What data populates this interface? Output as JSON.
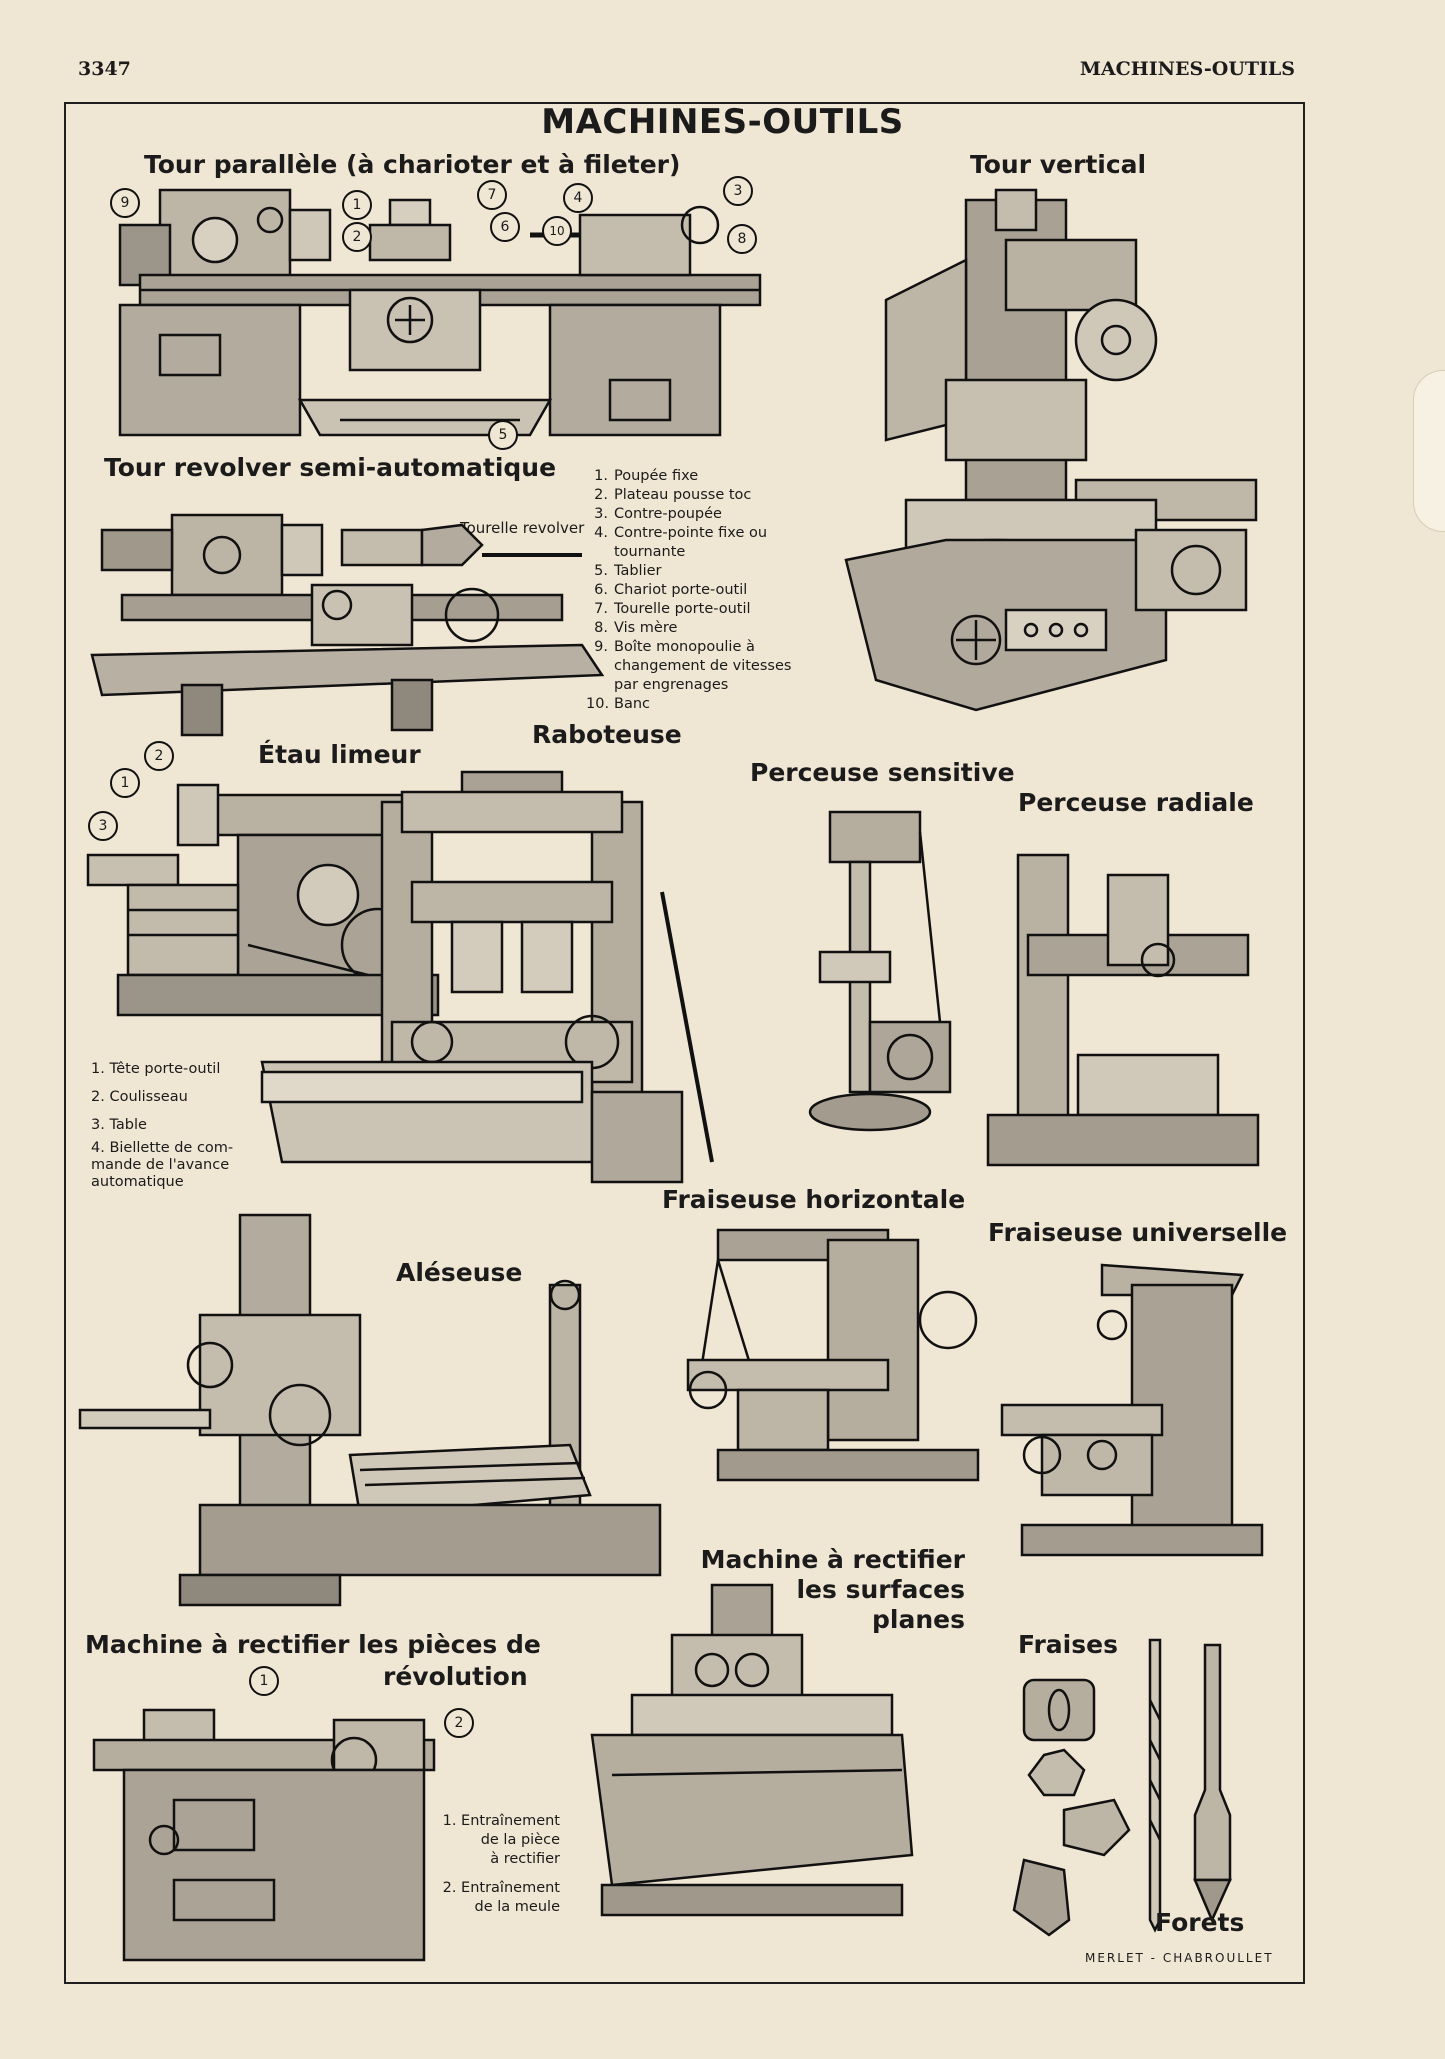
{
  "header": {
    "page_number": "3347",
    "running_title": "MACHINES-OUTILS"
  },
  "title": "MACHINES-OUTILS",
  "machines": {
    "tour_parallele": "Tour parallèle (à charioter et à fileter)",
    "tour_vertical": "Tour vertical",
    "tour_revolver": "Tour revolver semi-automatique",
    "tourelle_revolver": "Tourelle revolver",
    "etau_limeur": "Étau limeur",
    "raboteuse": "Raboteuse",
    "perceuse_sensitive": "Perceuse sensitive",
    "perceuse_radiale": "Perceuse radiale",
    "fraiseuse_horizontale": "Fraiseuse horizontale",
    "fraiseuse_universelle": "Fraiseuse universelle",
    "aleseuse": "Aléseuse",
    "rectif_surfaces_1": "Machine à rectifier",
    "rectif_surfaces_2": "les surfaces",
    "rectif_surfaces_3": "planes",
    "rectif_revolution_1": "Machine à rectifier les pièces de",
    "rectif_revolution_2": "révolution",
    "fraises": "Fraises",
    "forets": "Forets"
  },
  "tour_legend": [
    {
      "n": "1.",
      "t": "Poupée fixe"
    },
    {
      "n": "2.",
      "t": "Plateau pousse toc"
    },
    {
      "n": "3.",
      "t": "Contre-poupée"
    },
    {
      "n": "4.",
      "t": "Contre-pointe fixe ou"
    },
    {
      "n": "",
      "t": "tournante"
    },
    {
      "n": "5.",
      "t": "Tablier"
    },
    {
      "n": "6.",
      "t": "Chariot porte-outil"
    },
    {
      "n": "7.",
      "t": "Tourelle porte-outil"
    },
    {
      "n": "8.",
      "t": "Vis mère"
    },
    {
      "n": "9.",
      "t": "Boîte monopoulie à"
    },
    {
      "n": "",
      "t": "changement de vitesses"
    },
    {
      "n": "",
      "t": "par engrenages"
    },
    {
      "n": "10.",
      "t": "Banc"
    }
  ],
  "etau_legend": [
    "1. Tête porte-outil",
    "2. Coulisseau",
    "3. Table",
    "4. Biellette de com-",
    "mande de l'avance",
    "automatique"
  ],
  "rectif_legend": [
    "1. Entraînement",
    "de la pièce",
    "à rectifier",
    "2. Entraînement",
    "de la meule"
  ],
  "callouts": {
    "c1": "1",
    "c2": "2",
    "c3": "3",
    "c4": "4",
    "c5": "5",
    "c6": "6",
    "c7": "7",
    "c8": "8",
    "c9": "9",
    "c10": "10"
  },
  "signature": "MERLET - CHABROULLET"
}
